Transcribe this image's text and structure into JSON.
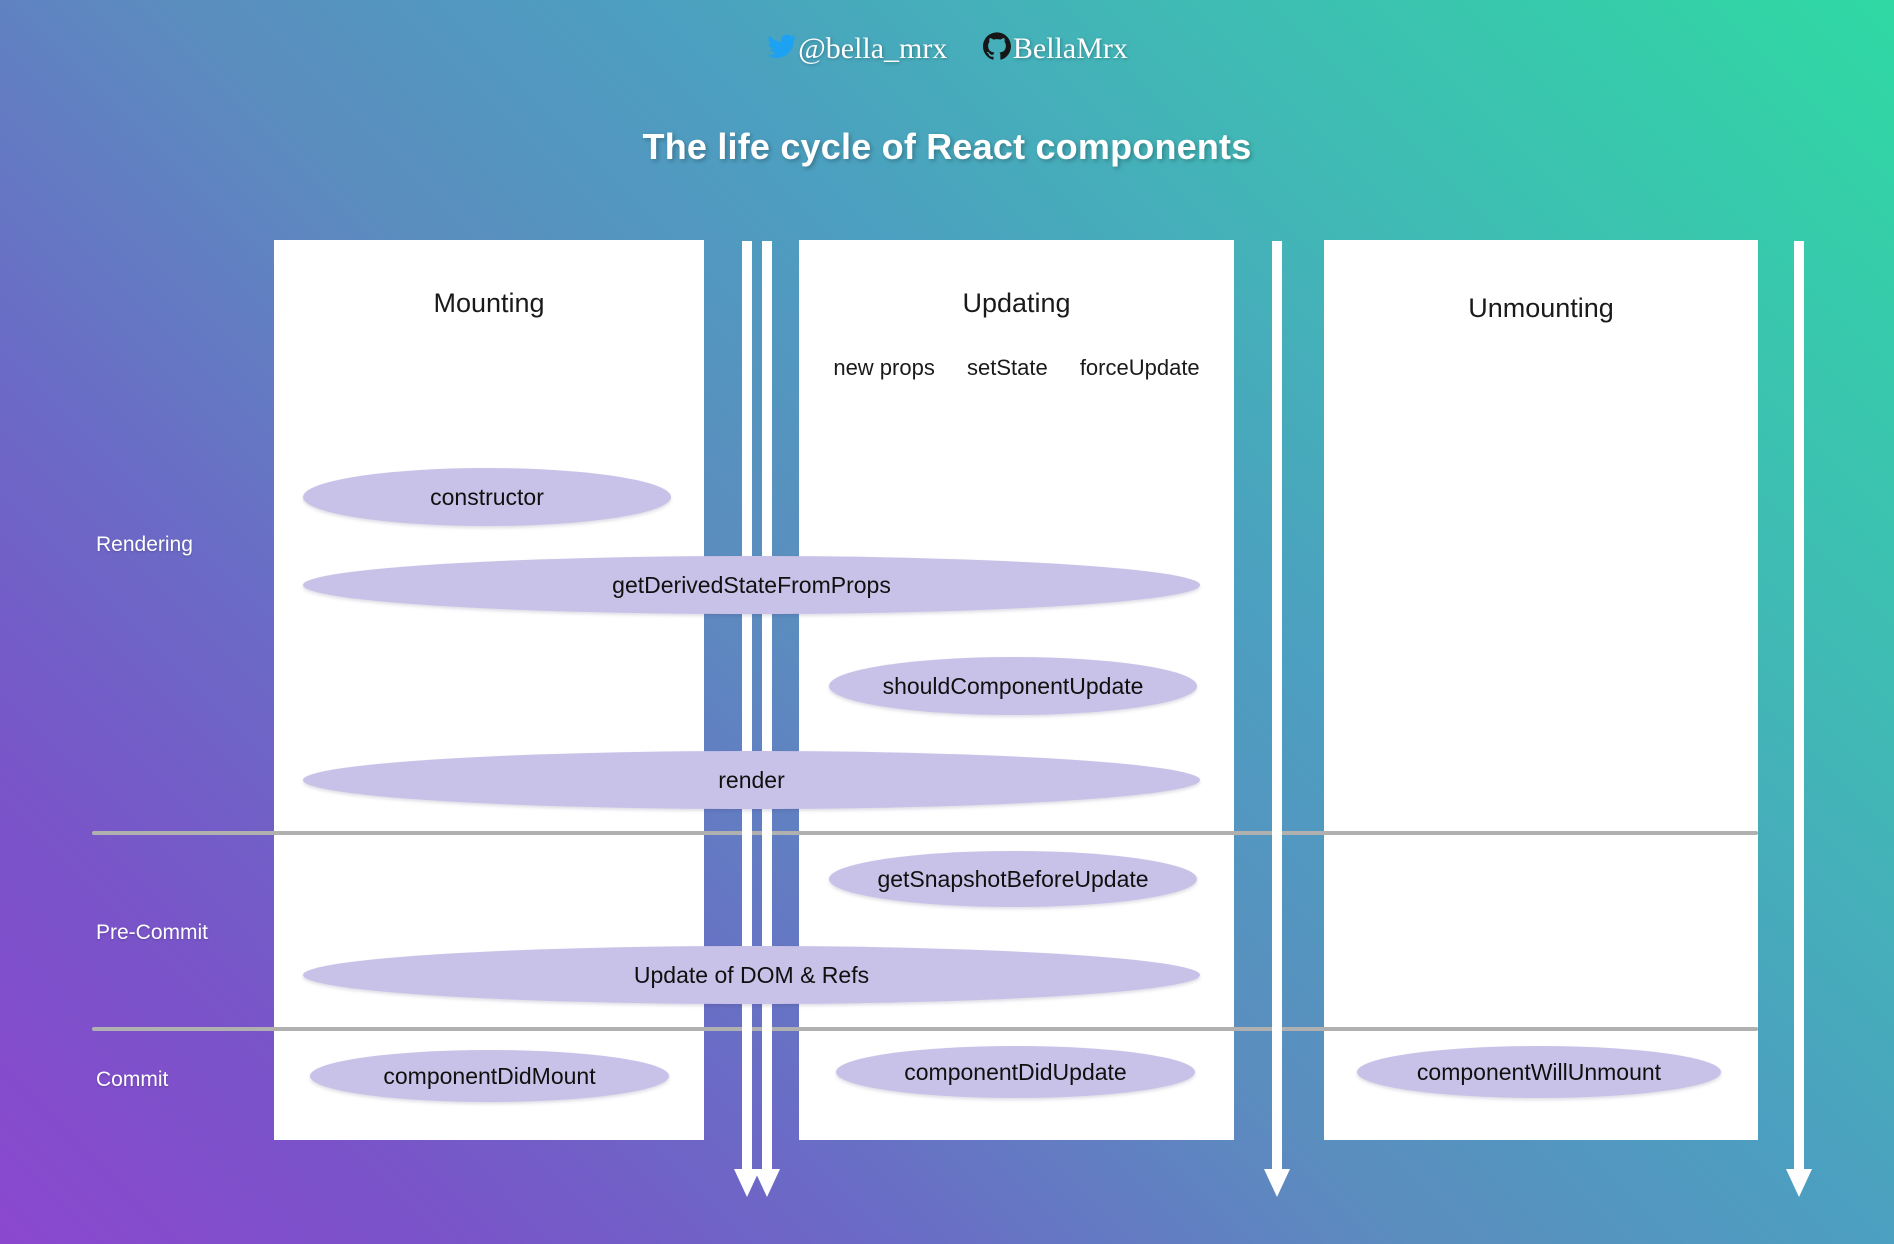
{
  "header": {
    "twitter": {
      "icon": "twitter-bird-icon",
      "handle": "@bella_mrx"
    },
    "github": {
      "icon": "github-mark-icon",
      "handle": "BellaMrx"
    }
  },
  "title": "The life cycle of React components",
  "stages": [
    {
      "key": "rendering",
      "label": "Rendering"
    },
    {
      "key": "precommit",
      "label": "Pre-Commit"
    },
    {
      "key": "commit",
      "label": "Commit"
    }
  ],
  "phases": [
    {
      "key": "mounting",
      "label": "Mounting",
      "triggers": []
    },
    {
      "key": "updating",
      "label": "Updating",
      "triggers": [
        "new props",
        "setState",
        "forceUpdate"
      ]
    },
    {
      "key": "unmounting",
      "label": "Unmounting",
      "triggers": []
    }
  ],
  "lifecycle_methods": [
    {
      "key": "constructor",
      "label": "constructor",
      "stage": "rendering",
      "phases": [
        "mounting"
      ]
    },
    {
      "key": "getDerivedStateFromProps",
      "label": "getDerivedStateFromProps",
      "stage": "rendering",
      "phases": [
        "mounting",
        "updating"
      ]
    },
    {
      "key": "shouldComponentUpdate",
      "label": "shouldComponentUpdate",
      "stage": "rendering",
      "phases": [
        "updating"
      ]
    },
    {
      "key": "render",
      "label": "render",
      "stage": "rendering",
      "phases": [
        "mounting",
        "updating"
      ]
    },
    {
      "key": "getSnapshotBeforeUpdate",
      "label": "getSnapshotBeforeUpdate",
      "stage": "precommit",
      "phases": [
        "updating"
      ]
    },
    {
      "key": "updateOfDomAndRefs",
      "label": "Update of DOM & Refs",
      "stage": "precommit",
      "phases": [
        "mounting",
        "updating"
      ]
    },
    {
      "key": "componentDidMount",
      "label": "componentDidMount",
      "stage": "commit",
      "phases": [
        "mounting"
      ]
    },
    {
      "key": "componentDidUpdate",
      "label": "componentDidUpdate",
      "stage": "commit",
      "phases": [
        "updating"
      ]
    },
    {
      "key": "componentWillUnmount",
      "label": "componentWillUnmount",
      "stage": "commit",
      "phases": [
        "unmounting"
      ]
    }
  ],
  "colors": {
    "pill_fill": "#c9c2e8",
    "panel_fill": "#ffffff",
    "arrow": "#ffffff",
    "divider": "#b0b0b0",
    "background_start": "#8b48cf",
    "background_end": "#2fd9a3",
    "text_on_background": "#ffffff",
    "text_on_panel": "#1a1a1a"
  }
}
